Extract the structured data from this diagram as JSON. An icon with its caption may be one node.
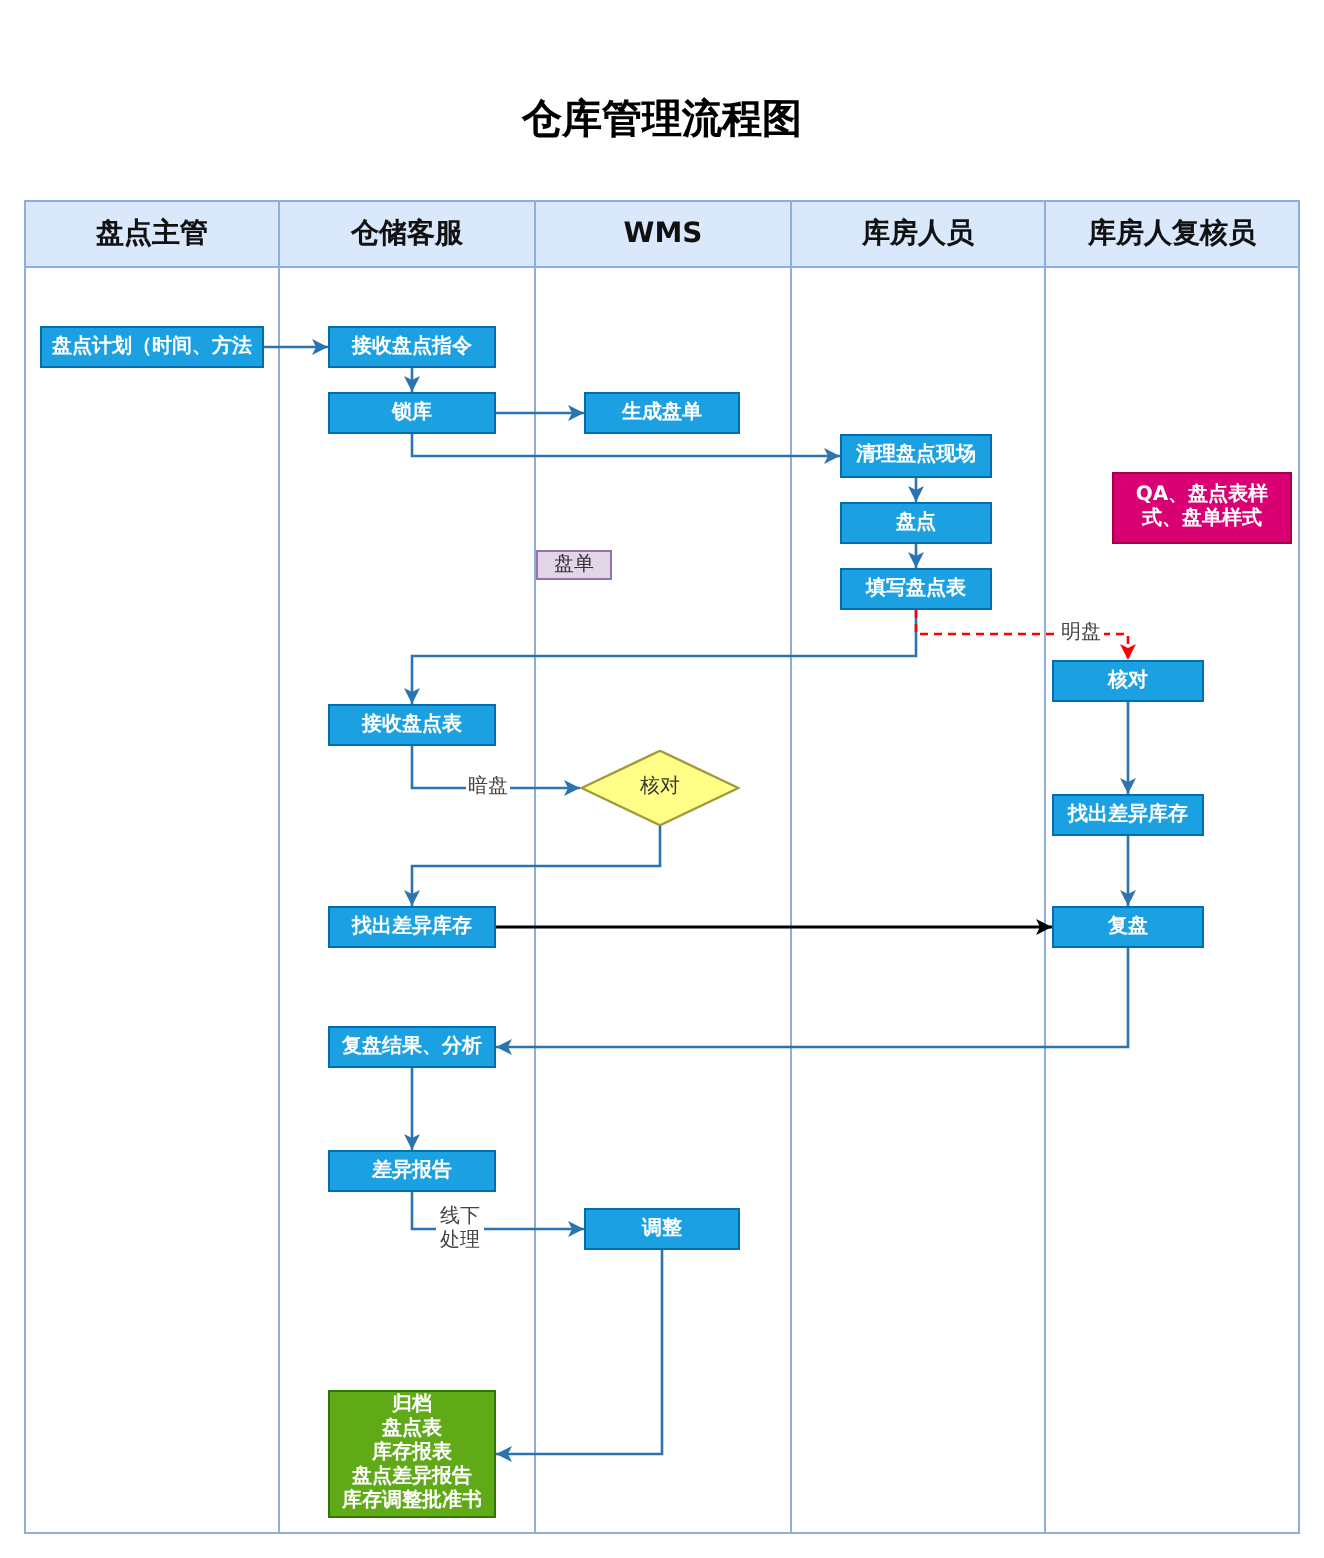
{
  "diagram": {
    "title": "仓库管理流程图",
    "nodes": [
      {
        "text": [
          "盘点主管"
        ]
      },
      {
        "text": [
          "仓储客服"
        ]
      },
      {
        "text": [
          "WMS"
        ]
      },
      {
        "text": [
          "库房人员"
        ]
      },
      {
        "text": [
          "库房人复核员"
        ]
      },
      {
        "text": [
          "盘点计划（时间、方法"
        ],
        "in": 0
      },
      {
        "text": [
          "接收盘点指令"
        ],
        "in": 1
      },
      {
        "text": [
          "锁库"
        ],
        "in": 1
      },
      {
        "text": [
          "生成盘单"
        ],
        "in": 2
      },
      {
        "text": [
          "清理盘点现场"
        ],
        "in": 3
      },
      {
        "text": [
          "盘点"
        ],
        "in": 3
      },
      {
        "text": [
          "填写盘点表"
        ],
        "in": 3
      },
      {
        "text": [
          "盘单"
        ],
        "in": 2
      },
      {
        "text": [
          "QA、盘点表样式、盘单样式"
        ],
        "in": 4
      },
      {
        "text": [
          "核对"
        ],
        "in": 4
      },
      {
        "text": [
          "接收盘点表"
        ],
        "in": 1
      },
      {
        "text": [
          "核对"
        ],
        "in": 2
      },
      {
        "text": [
          "找出差异库存"
        ],
        "in": 4
      },
      {
        "text": [
          "找出差异库存"
        ],
        "in": 1
      },
      {
        "text": [
          "复盘"
        ],
        "in": 4
      },
      {
        "text": [
          "复盘结果、分析"
        ],
        "in": 1
      },
      {
        "text": [
          "差异报告"
        ],
        "in": 1
      },
      {
        "text": [
          "调整"
        ],
        "in": 2
      },
      {
        "text": [
          "归档",
          "盘点表",
          "库存报表",
          "盘点差异报告",
          "库存调整批准书"
        ],
        "in": 1
      }
    ],
    "edges": [
      {
        "from": 5,
        "to": 6,
        "arrow": "to"
      },
      {
        "from": 6,
        "to": 7,
        "arrow": "to"
      },
      {
        "from": 7,
        "to": 8,
        "arrow": "to"
      },
      {
        "from": 7,
        "to": 9,
        "arrow": "to"
      },
      {
        "from": 9,
        "to": 10,
        "arrow": "to"
      },
      {
        "from": 10,
        "to": 11,
        "arrow": "to"
      },
      {
        "from": 11,
        "to": 15,
        "arrow": "to"
      },
      {
        "from": 11,
        "to": 14,
        "arrow": "to",
        "label": "明盘",
        "style": "dashed",
        "color": "#ff0000"
      },
      {
        "from": 15,
        "to": 16,
        "arrow": "to",
        "label": "暗盘"
      },
      {
        "from": 16,
        "to": 18,
        "arrow": "to"
      },
      {
        "from": 14,
        "to": 17,
        "arrow": "to"
      },
      {
        "from": 17,
        "to": 19,
        "arrow": "to"
      },
      {
        "from": 18,
        "to": 19,
        "arrow": "to",
        "color": "#000000"
      },
      {
        "from": 19,
        "to": 20,
        "arrow": "to"
      },
      {
        "from": 20,
        "to": 21,
        "arrow": "to"
      },
      {
        "from": 21,
        "to": 22,
        "arrow": "to",
        "label": "线下处理"
      },
      {
        "from": 22,
        "to": 23,
        "arrow": "to"
      }
    ]
  }
}
